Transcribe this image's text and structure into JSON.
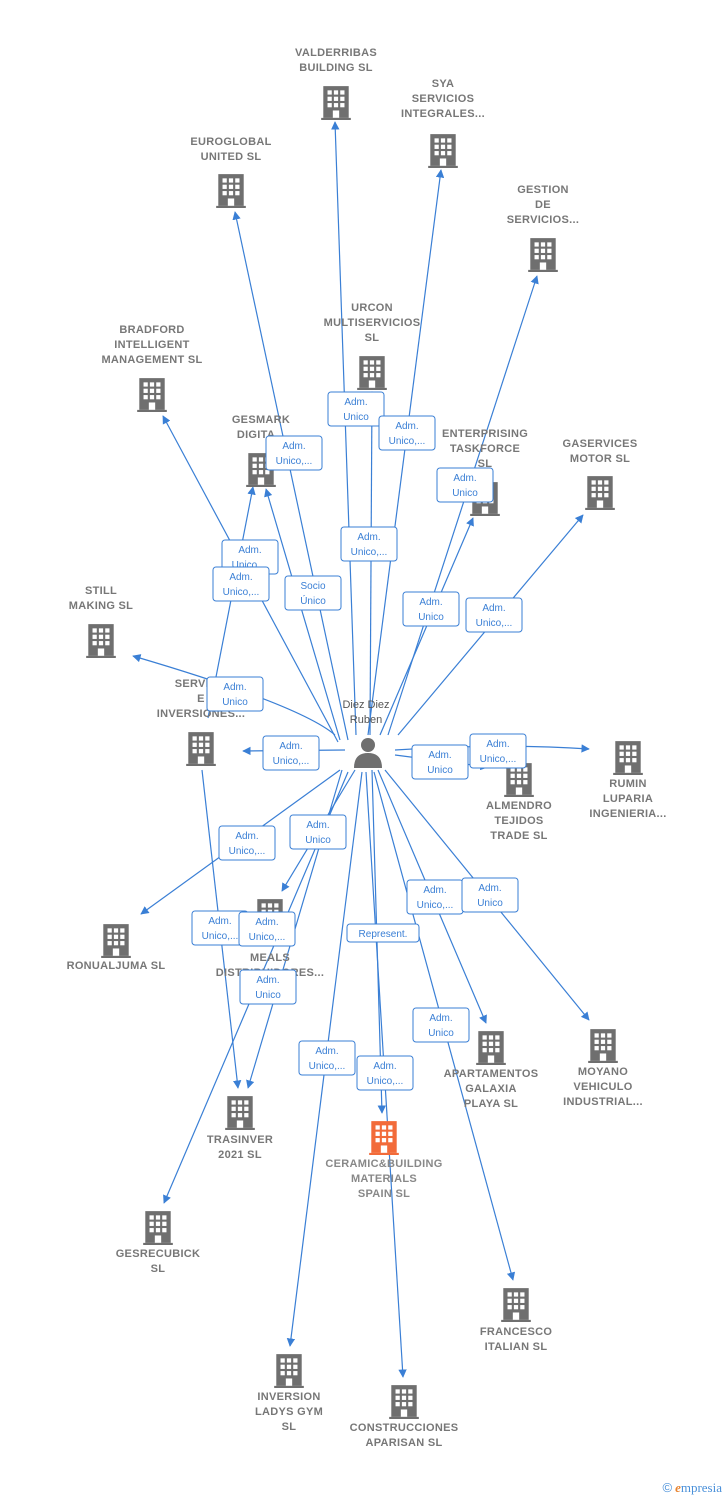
{
  "center": {
    "label": [
      "Diez Diez",
      "Ruben"
    ]
  },
  "colors": {
    "edge": "#3a7fd5",
    "building": "#6f6f6f",
    "building_focus": "#f26b3a",
    "person": "#6f6f6f"
  },
  "nodes": [
    {
      "id": "valderribas",
      "label": [
        "VALDERRIBAS",
        "BUILDING SL"
      ]
    },
    {
      "id": "sya",
      "label": [
        "SYA",
        "SERVICIOS",
        "INTEGRALES..."
      ]
    },
    {
      "id": "euroglobal",
      "label": [
        "EUROGLOBAL",
        "UNITED SL"
      ]
    },
    {
      "id": "gestion",
      "label": [
        "GESTION",
        "DE",
        "SERVICIOS..."
      ]
    },
    {
      "id": "urcon",
      "label": [
        "URCON",
        "MULTISERVICIOS",
        "SL"
      ]
    },
    {
      "id": "bradford",
      "label": [
        "BRADFORD",
        "INTELLIGENT",
        "MANAGEMENT SL"
      ]
    },
    {
      "id": "gesmark",
      "label": [
        "GESMARK",
        "DIGITA..."
      ]
    },
    {
      "id": "enterprising",
      "label": [
        "ENTERPRISING",
        "TASKFORCE",
        "SL"
      ]
    },
    {
      "id": "gaservices",
      "label": [
        "GASERVICES",
        "MOTOR SL"
      ]
    },
    {
      "id": "still",
      "label": [
        "STILL",
        "MAKING SL"
      ]
    },
    {
      "id": "servicios_inv",
      "label": [
        "SERVIC...",
        "E",
        "INVERSIONES..."
      ]
    },
    {
      "id": "rumin",
      "label": [
        "RUMIN",
        "LUPARIA",
        "INGENIERIA..."
      ]
    },
    {
      "id": "almendro",
      "label": [
        "ALMENDRO",
        "TEJIDOS",
        "TRADE SL"
      ]
    },
    {
      "id": "ronualjuma",
      "label": [
        "RONUALJUMA SL"
      ]
    },
    {
      "id": "nuts",
      "label": [
        "NUTS &",
        "MEALS",
        "DISTRIBUIDORES..."
      ]
    },
    {
      "id": "trasinver",
      "label": [
        "TRASINVER",
        "2021 SL"
      ]
    },
    {
      "id": "ceramic",
      "label": [
        "CERAMIC&BUILDING",
        "MATERIALS",
        "SPAIN SL"
      ],
      "focus": true
    },
    {
      "id": "apartamentos",
      "label": [
        "APARTAMENTOS",
        "GALAXIA",
        "PLAYA SL"
      ]
    },
    {
      "id": "moyano",
      "label": [
        "MOYANO",
        "VEHICULO",
        "INDUSTRIAL..."
      ]
    },
    {
      "id": "gesrecubick",
      "label": [
        "GESRECUBICK",
        "SL"
      ]
    },
    {
      "id": "francesco",
      "label": [
        "FRANCESCO",
        "ITALIAN SL"
      ]
    },
    {
      "id": "inversion",
      "label": [
        "INVERSION",
        "LADYS GYM",
        "SL"
      ]
    },
    {
      "id": "construcciones",
      "label": [
        "CONSTRUCCIONES",
        "APARISAN SL"
      ]
    }
  ],
  "edges": [
    {
      "target": "valderribas",
      "label": [
        "Adm.",
        "Unico"
      ]
    },
    {
      "target": "sya",
      "label": [
        "Adm.",
        "Unico,..."
      ]
    },
    {
      "target": "euroglobal",
      "label": [
        "Adm.",
        "Unico,..."
      ]
    },
    {
      "target": "gestion",
      "label": [
        "Adm.",
        "Unico"
      ]
    },
    {
      "target": "urcon",
      "label": [
        "Adm.",
        "Unico,..."
      ]
    },
    {
      "target": "bradford",
      "label": [
        "Adm.",
        "Unico,..."
      ]
    },
    {
      "target": "gesmark",
      "label": [
        "Adm.",
        "Unico,..."
      ]
    },
    {
      "target": "gesmark",
      "label": [
        "Socio",
        "Único"
      ]
    },
    {
      "target": "gesmark",
      "label": [
        "Adm.",
        "Unico"
      ]
    },
    {
      "target": "enterprising",
      "label": [
        "Adm.",
        "Unico,..."
      ]
    },
    {
      "target": "gaservices",
      "label": [
        "Adm.",
        "Unico"
      ]
    },
    {
      "target": "still",
      "label": [
        "Adm.",
        "Unico,..."
      ]
    },
    {
      "target": "servicios_inv",
      "label": [
        "Adm.",
        "Unico,..."
      ]
    },
    {
      "target": "rumin",
      "label": [
        "Adm.",
        "Unico"
      ]
    },
    {
      "target": "almendro",
      "label": [
        "Adm.",
        "Unico,..."
      ]
    },
    {
      "target": "ronualjuma",
      "label": [
        "Adm.",
        "Unico"
      ]
    },
    {
      "target": "nuts",
      "label": [
        "Adm.",
        "Unico,..."
      ]
    },
    {
      "target": "trasinver",
      "label": [
        "Adm.",
        "Unico,..."
      ]
    },
    {
      "target": "trasinver",
      "label": [
        "Represent."
      ]
    },
    {
      "target": "ceramic",
      "label": [
        "Adm.",
        "Unico,..."
      ]
    },
    {
      "target": "apartamentos",
      "label": [
        "Adm.",
        "Unico"
      ]
    },
    {
      "target": "moyano",
      "label": [
        "Adm.",
        "Unico"
      ]
    },
    {
      "target": "gesrecubick",
      "label": [
        "Adm.",
        "Unico"
      ]
    },
    {
      "target": "francesco",
      "label": [
        "Adm.",
        "Unico,..."
      ]
    },
    {
      "target": "inversion",
      "label": [
        "Adm.",
        "Unico,..."
      ]
    },
    {
      "target": "construcciones",
      "label": [
        "Adm.",
        "Unico,..."
      ]
    }
  ],
  "footer": {
    "copyright": "©",
    "brand": "mpresia",
    "brand_initial": "e"
  }
}
